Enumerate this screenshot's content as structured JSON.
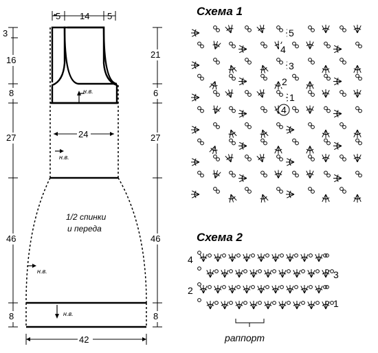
{
  "pattern": {
    "width_labels": {
      "top_left": "5",
      "top_mid": "14",
      "top_right": "5",
      "waist": "24",
      "bottom": "42"
    },
    "left_heights": [
      "3",
      "16",
      "8",
      "27",
      "46",
      "8"
    ],
    "right_heights": [
      "21",
      "6",
      "27",
      "46",
      "8"
    ],
    "direction_labels": [
      "н.в.",
      "н.в.",
      "н.в.",
      "н.в."
    ],
    "center_label_line1": "1/2 спинки",
    "center_label_line2": "и переда"
  },
  "scheme1": {
    "title": "Схема 1",
    "row_numbers": [
      "5",
      "4",
      "3",
      "2",
      "1",
      "4"
    ]
  },
  "scheme2": {
    "title": "Схема 2",
    "left_row_numbers": [
      "4",
      "2"
    ],
    "right_row_numbers": [
      "3",
      "1"
    ],
    "repeat_label": "раппорт"
  }
}
